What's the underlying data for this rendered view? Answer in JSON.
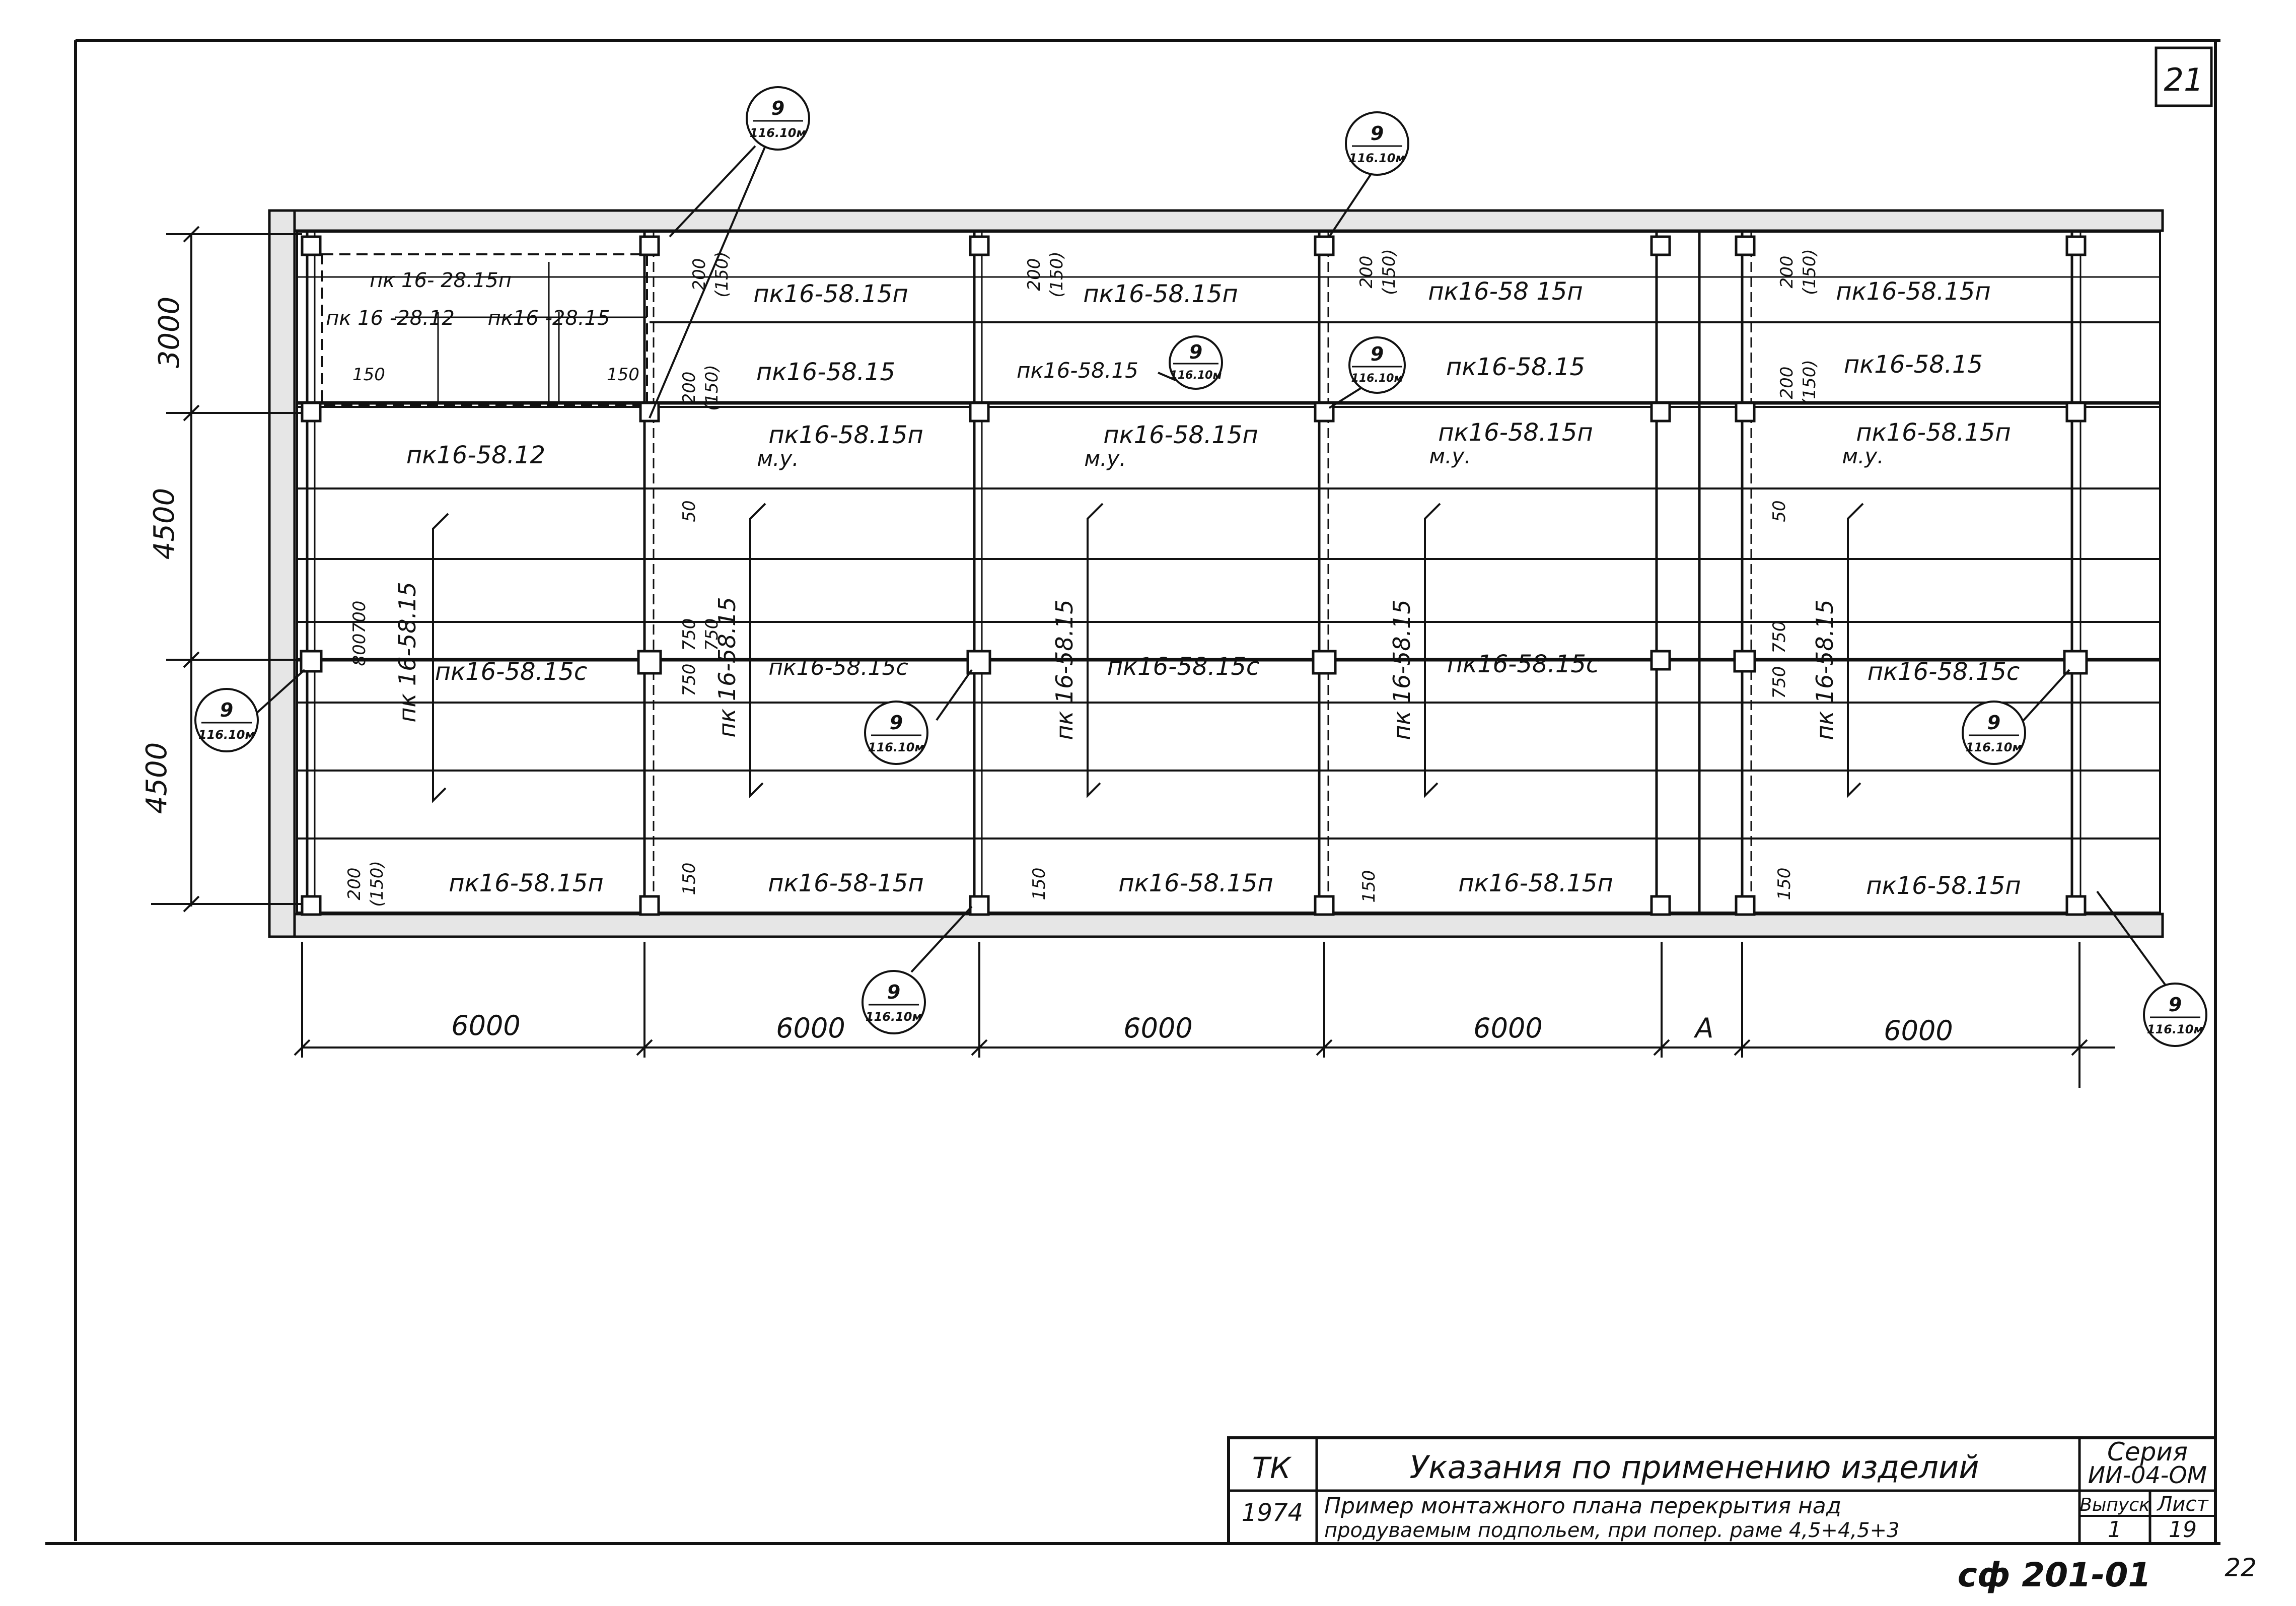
{
  "sheet_number": "21",
  "dimensions": {
    "vertical": [
      "3000",
      "4500",
      "4500"
    ],
    "horizontal": [
      "6000",
      "6000",
      "6000",
      "6000",
      "А",
      "6000"
    ]
  },
  "callout": {
    "number": "9",
    "sub": "116.10м"
  },
  "slab_labels": {
    "top_row": [
      "пк16-58.15п",
      "пк16-58.15п",
      "пк16-58 15п",
      "пк16-58.15п"
    ],
    "second_row": [
      "пк16-58.15",
      "пк16-58.15",
      "пк16-58.15",
      "пк16-58.15"
    ],
    "third_row": [
      "пк16-58.12",
      "пк16-58.15п",
      "пк16-58.15п",
      "пк16-58.15п",
      "пк16-58.15п"
    ],
    "mu": "м.у.",
    "mid_row": [
      "пк16-58.15с",
      "пк16-58.15с",
      "пк16-58.15с",
      "пк16-58.15с",
      "пк16-58.15с"
    ],
    "vertical_label": "пк 16-58.15",
    "bottom_row": [
      "пк16-58.15п",
      "пк16-58-15п",
      "пк16-58.15п",
      "пк16-58.15п",
      "пк16-58.15п"
    ],
    "first_bay": [
      "пк 16- 28.15п",
      "пк 16 -28.12",
      "пк16 -28.15"
    ]
  },
  "small_dims": {
    "d200": "200",
    "d150p": "(150)",
    "d150": "150",
    "d50": "50",
    "d750": "750",
    "d800": "800",
    "d700": "700"
  },
  "title_block": {
    "tk": "ТК",
    "main_title": "Указания по применению изделий",
    "series_label": "Серия",
    "series_value": "ИИ-04-ОМ",
    "year": "1974",
    "desc_line1": "Пример монтажного плана перекрытия над",
    "desc_line2": "продуваемым подпольем, при попер. раме 4,5+4,5+3",
    "issue_label": "Выпуск",
    "issue_value": "1",
    "sheet_label": "Лист",
    "sheet_value": "19"
  },
  "stamp": "сф 201-01",
  "stamp_extra": "22"
}
